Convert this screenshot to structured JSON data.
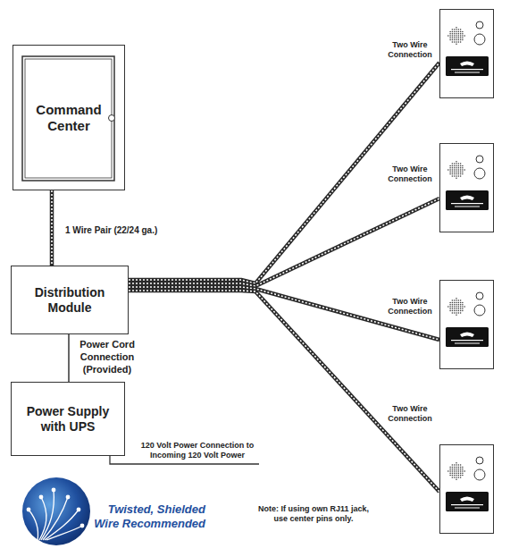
{
  "diagram": {
    "nodes": [
      {
        "text": [
          "Command Center"
        ]
      },
      {
        "text": [
          "Distribution Module"
        ]
      },
      {
        "text": [
          "Power Supply with UPS"
        ]
      },
      {
        "text": [
          "Two Wire Connection"
        ]
      },
      {
        "text": [
          "Two Wire Connection"
        ]
      },
      {
        "text": [
          "Two Wire Connection"
        ]
      },
      {
        "text": [
          "Two Wire Connection"
        ]
      }
    ],
    "edges": [
      {
        "from": 0,
        "to": 1,
        "arrow": "none",
        "label": "1 Wire Pair (22/24 ga.)"
      },
      {
        "from": 1,
        "to": 2,
        "arrow": "none",
        "label": "Power Cord Connection (Provided)"
      },
      {
        "from": 1,
        "to": 3,
        "arrow": "none"
      },
      {
        "from": 1,
        "to": 4,
        "arrow": "none"
      },
      {
        "from": 1,
        "to": 5,
        "arrow": "none"
      },
      {
        "from": 1,
        "to": 6,
        "arrow": "none"
      }
    ],
    "labels": [
      "120 Volt Power Connection to Incoming 120 Volt Power",
      "Note: If using own RJ11 jack, use center pins only.",
      "Twisted, Shielded Wire Recommended"
    ]
  }
}
